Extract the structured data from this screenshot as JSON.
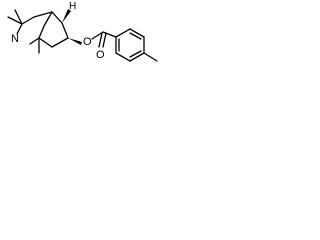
{
  "molecule": {
    "atom_labels": {
      "nitrogen": "N",
      "ester_oxygen": "O",
      "carbonyl_oxygen": "O"
    },
    "stereo_hydrogen": "H",
    "bond_color": "#000000"
  }
}
